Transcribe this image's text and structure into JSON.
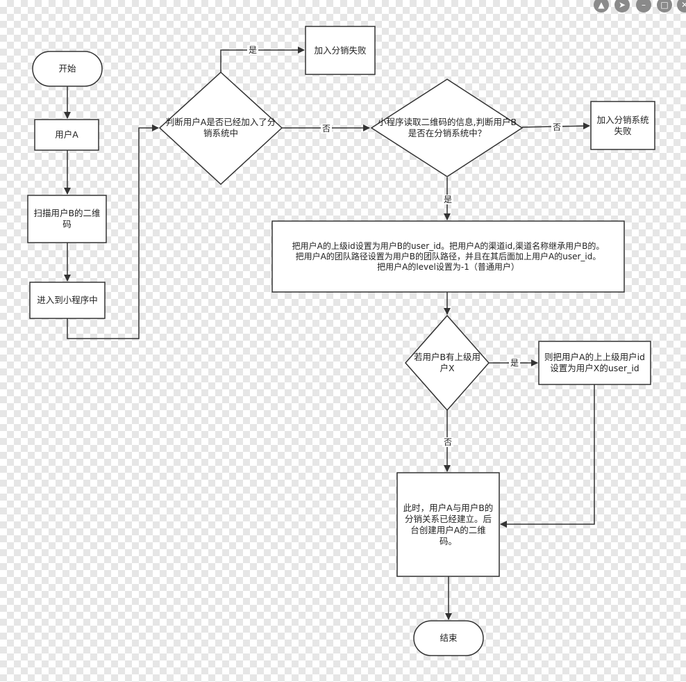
{
  "nodes": {
    "start": "开始",
    "userA": "用户A",
    "scan": "扫描用户B的二维码",
    "enter": "进入到小程序中",
    "judge_joined": "判断用户A是否已经加入了分销系统中",
    "fail1": "加入分销失败",
    "read_qr": "小程序读取二维码的信息,判断用户B是否在分销系统中？",
    "fail2": "加入分销系统失败",
    "set_parent": "把用户A的上级id设置为用户B的user_id。把用户A的渠道id,渠道名称继承用户B的。\n把用户A的团队路径设置为用户B的团队路径，并且在其后面加上用户A的user_id。\n把用户A的level设置为-1（普通用户）",
    "has_parent": "若用户B有上级用户X",
    "set_grand": "则把用户A的上上级用户id设置为用户X的user_id",
    "relation": "此时，用户A与用户B的分销关系已经建立。后台创建用户A的二维码。",
    "end": "结束"
  },
  "edge_labels": {
    "joined_yes": "是",
    "joined_no": "否",
    "read_no": "否",
    "read_yes": "是",
    "parent_yes": "是",
    "parent_no": "否"
  },
  "colors": {
    "stroke": "#333333",
    "fill": "#ffffff",
    "text": "#222222"
  },
  "window_controls": [
    "shirt-icon",
    "pin-icon",
    "minimize-icon",
    "maximize-icon",
    "close-icon"
  ]
}
